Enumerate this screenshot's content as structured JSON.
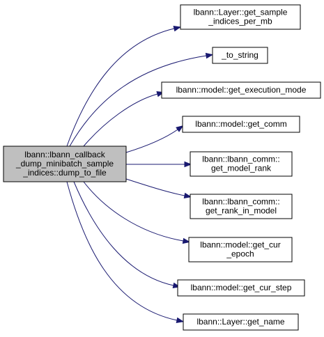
{
  "graph": {
    "root": {
      "id": "dump_to_file",
      "lines": [
        "lbann::lbann_callback",
        "_dump_minibatch_sample",
        "_indices::dump_to_file"
      ]
    },
    "callees": [
      {
        "id": "get_sample_indices_per_mb",
        "lines": [
          "lbann::Layer::get_sample",
          "_indices_per_mb"
        ]
      },
      {
        "id": "to_string",
        "lines": [
          "_to_string"
        ]
      },
      {
        "id": "get_execution_mode",
        "lines": [
          "lbann::model::get_execution_mode"
        ]
      },
      {
        "id": "get_comm",
        "lines": [
          "lbann::model::get_comm"
        ]
      },
      {
        "id": "get_model_rank",
        "lines": [
          "lbann::lbann_comm::",
          "get_model_rank"
        ]
      },
      {
        "id": "get_rank_in_model",
        "lines": [
          "lbann::lbann_comm::",
          "get_rank_in_model"
        ]
      },
      {
        "id": "get_cur_epoch",
        "lines": [
          "lbann::model::get_cur",
          "_epoch"
        ]
      },
      {
        "id": "get_cur_step",
        "lines": [
          "lbann::model::get_cur_step"
        ]
      },
      {
        "id": "get_name",
        "lines": [
          "lbann::Layer::get_name"
        ]
      }
    ],
    "colors": {
      "edge": "#191970",
      "root_fill": "#bfbfbf",
      "node_fill": "#ffffff",
      "border": "#000000"
    }
  }
}
